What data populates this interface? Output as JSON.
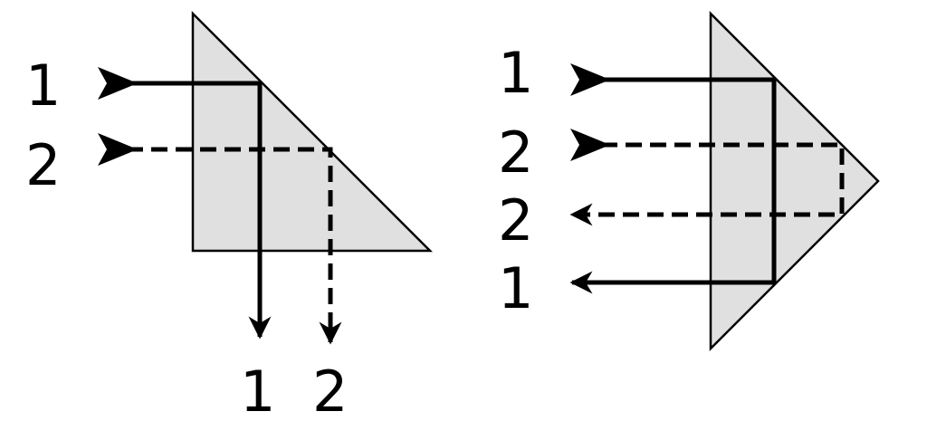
{
  "colors": {
    "prism_fill": "#e0e0e0",
    "stroke": "#000000"
  },
  "left_prism": {
    "input_labels": [
      "1",
      "2"
    ],
    "output_labels": [
      "1",
      "2"
    ]
  },
  "right_prism": {
    "input_labels": [
      "1",
      "2"
    ],
    "output_labels": [
      "2",
      "1"
    ]
  }
}
